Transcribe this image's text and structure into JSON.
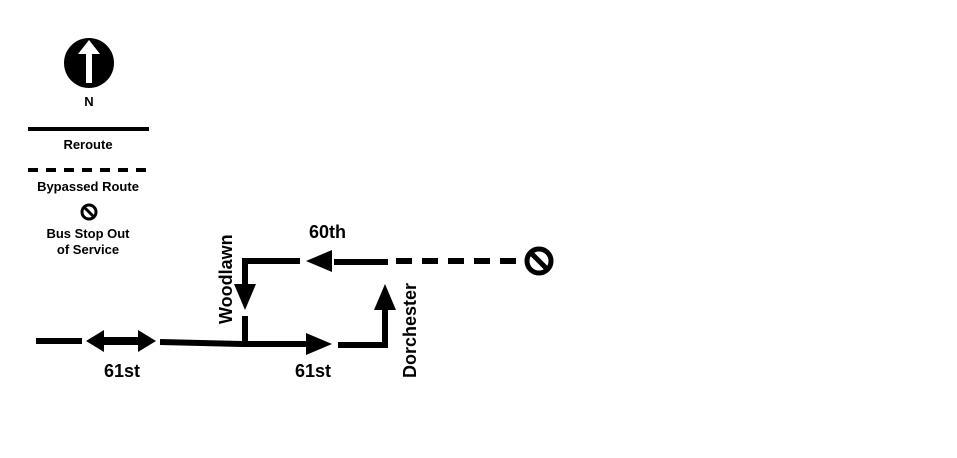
{
  "legend": {
    "north_label": "N",
    "reroute_label": "Reroute",
    "bypassed_label": "Bypassed Route",
    "stop_out_line1": "Bus Stop Out",
    "stop_out_line2": "of Service"
  },
  "streets": {
    "sixty_first_west": "61st",
    "sixty_first_east": "61st",
    "sixtieth": "60th",
    "woodlawn": "Woodlawn",
    "dorchester": "Dorchester"
  },
  "colors": {
    "ink": "#000000",
    "background": "#ffffff"
  },
  "icons": {
    "north": "north-arrow-icon",
    "stop_out": "no-stop-icon"
  }
}
